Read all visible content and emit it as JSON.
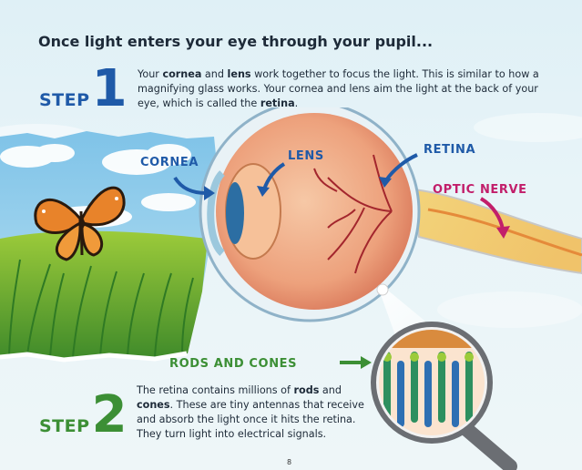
{
  "heading": "Once light enters your eye through your pupil...",
  "step1": {
    "word": "STEP",
    "number": "1",
    "text": [
      {
        "t": "Your "
      },
      {
        "t": "cornea",
        "b": true
      },
      {
        "t": " and "
      },
      {
        "t": "lens",
        "b": true
      },
      {
        "t": " work together to focus the light. This is similar to how a magnifying glass works. Your cornea and lens aim the light at the back of your eye, which is called the "
      },
      {
        "t": "retina",
        "b": true
      },
      {
        "t": "."
      }
    ]
  },
  "labels": {
    "cornea": "CORNEA",
    "lens": "LENS",
    "retina": "RETINA",
    "optic_nerve": "OPTIC NERVE",
    "rods_and_cones": "RODS AND CONES"
  },
  "step2": {
    "word": "STEP",
    "number": "2",
    "text": [
      {
        "t": "The retina contains millions of "
      },
      {
        "t": "rods",
        "b": true
      },
      {
        "t": " and "
      },
      {
        "t": "cones",
        "b": true
      },
      {
        "t": ". These are tiny antennas that receive and absorb the light once it hits the retina. They turn light into electrical signals."
      }
    ]
  },
  "page_number": "8",
  "colors": {
    "step1_blue": "#1f5aa8",
    "step2_green": "#3c8f35",
    "optic_nerve_magenta": "#c21e6a",
    "text_dark": "#1d2a38"
  },
  "illustrations": [
    "butterfly",
    "grass-field",
    "eyeball-cross-section",
    "magnifying-glass"
  ]
}
